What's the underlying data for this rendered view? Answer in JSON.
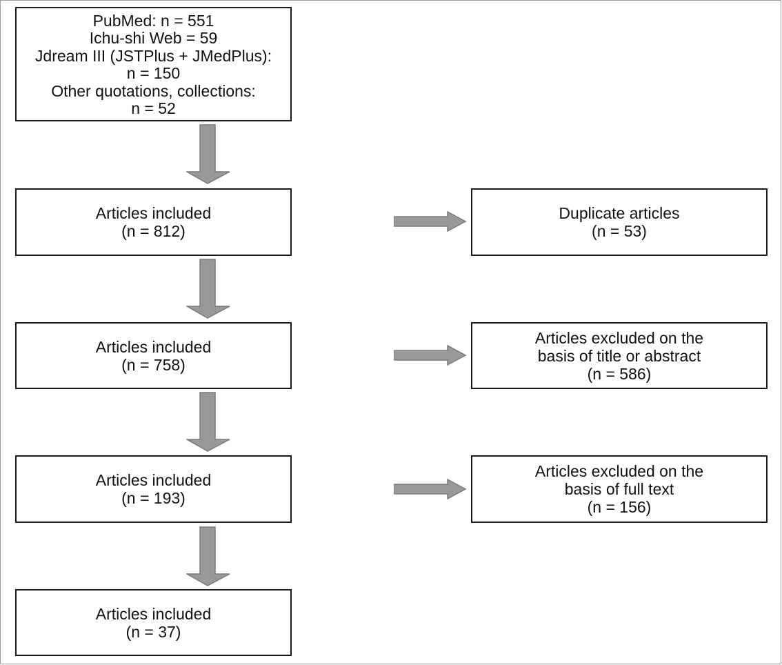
{
  "sources_box": {
    "lines": [
      "PubMed: n = 551",
      "Ichu-shi Web = 59",
      "Jdream III (JSTPlus + JMedPlus):",
      "n = 150",
      "Other quotations, collections:",
      "n = 52"
    ]
  },
  "included": [
    {
      "label": "Articles included",
      "count": "(n = 812)"
    },
    {
      "label": "Articles included",
      "count": "(n = 758)"
    },
    {
      "label": "Articles included",
      "count": "(n = 193)"
    },
    {
      "label": "Articles included",
      "count": "(n = 37)"
    }
  ],
  "excluded": [
    {
      "lines": [
        "Duplicate articles",
        "(n = 53)"
      ]
    },
    {
      "lines": [
        "Articles excluded on the",
        "basis of title or abstract",
        "(n = 586)"
      ]
    },
    {
      "lines": [
        "Articles excluded on the",
        "basis of full text",
        "(n = 156)"
      ]
    }
  ],
  "colors": {
    "arrow_fill": "#999999",
    "arrow_stroke": "#7a7a7a",
    "box_border": "#1a1a1a"
  }
}
